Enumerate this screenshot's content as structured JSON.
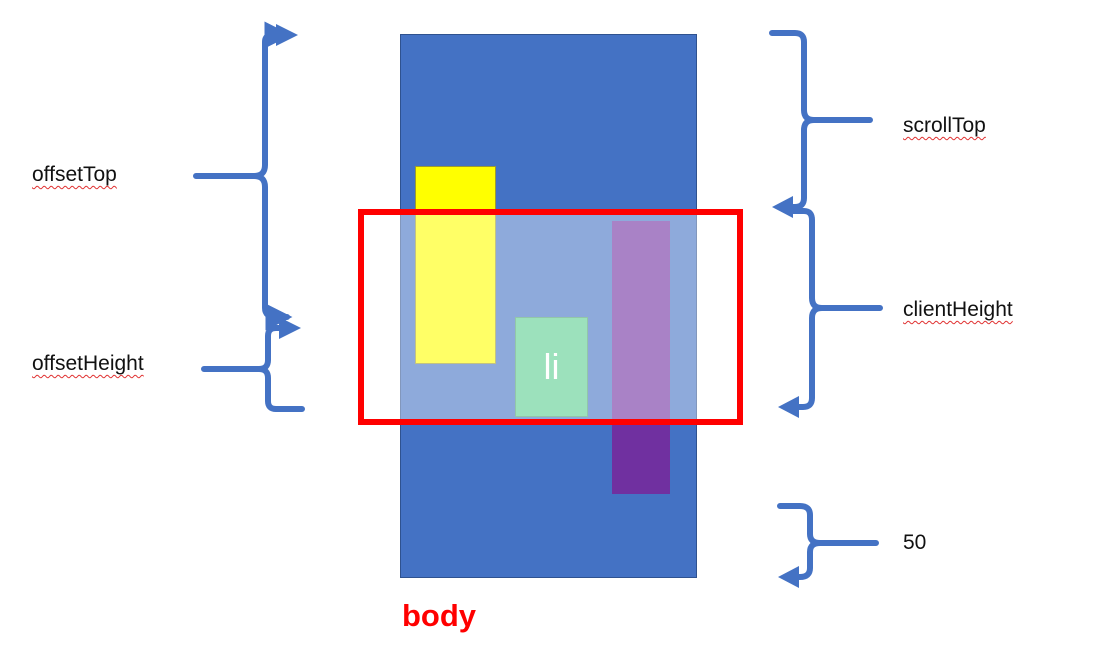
{
  "labels": {
    "offset_top": "offsetTop",
    "offset_height": "offsetHeight",
    "scroll_top": "scrollTop",
    "client_height": "clientHeight",
    "bottom_gap": "50",
    "body": "body",
    "li": "li"
  },
  "colors": {
    "body_box": "#4472C4",
    "viewport_border": "#FF0000",
    "yellow_box": "#FFFF00",
    "purple_box": "#7030A0",
    "li_box": "#5ACD8F",
    "brace": "#4472C4",
    "body_label": "#FF0000"
  }
}
